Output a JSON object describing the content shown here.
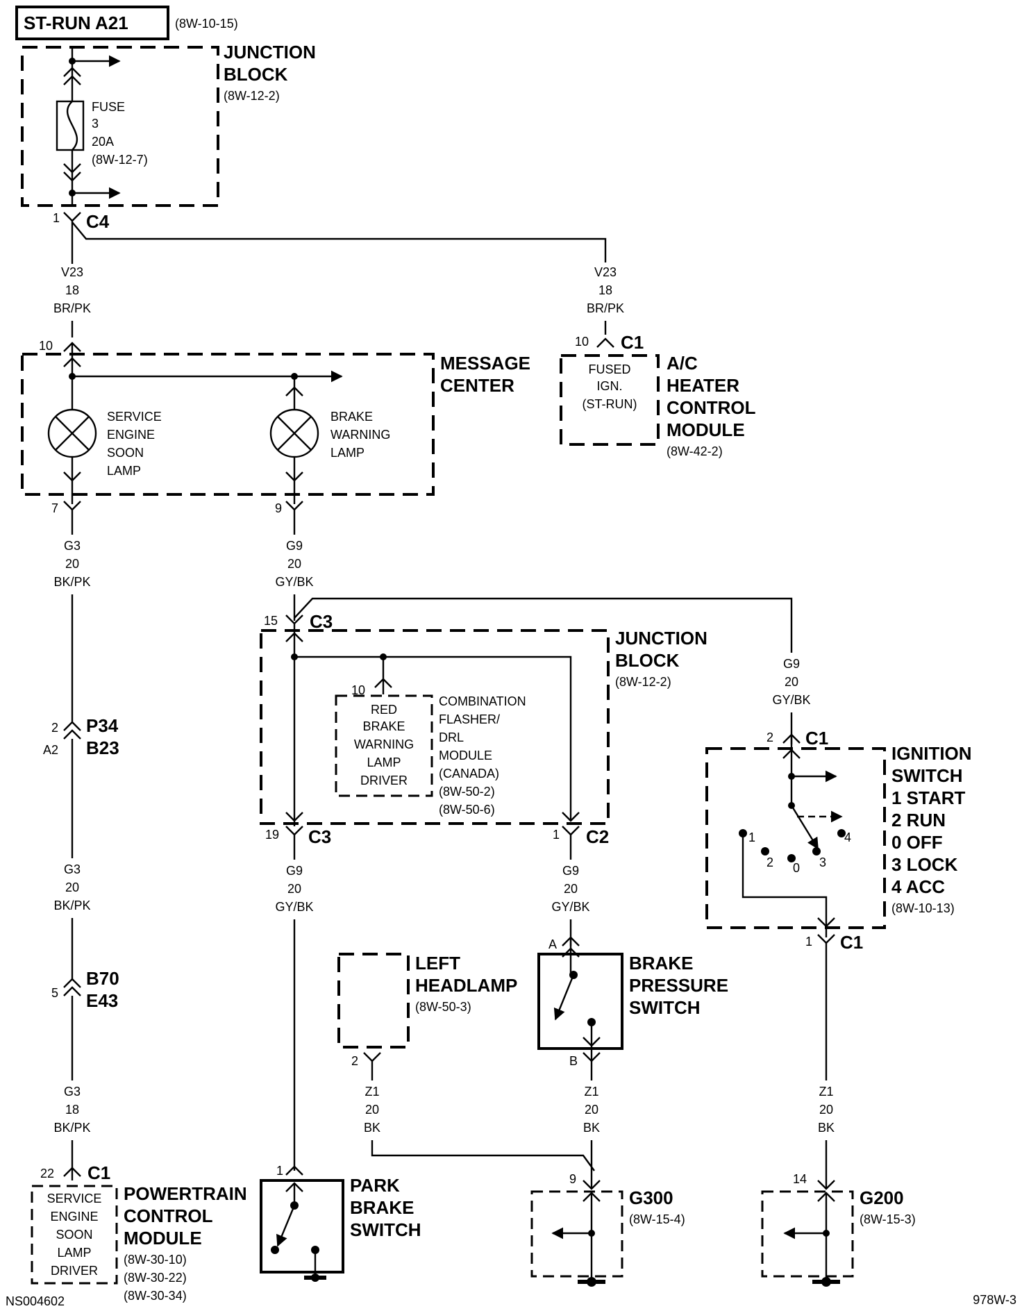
{
  "header": {
    "circuit_name": "ST-RUN A21",
    "circuit_ref": "(8W-10-15)"
  },
  "junction_block_top": {
    "title_line1": "JUNCTION",
    "title_line2": "BLOCK",
    "ref": "(8W-12-2)",
    "fuse_line1": "FUSE",
    "fuse_line2": "3",
    "fuse_line3": "20A",
    "fuse_ref": "(8W-12-7)",
    "connector_pin": "1",
    "connector_name": "C4"
  },
  "wire_v23_left": {
    "circuit": "V23",
    "gauge": "18",
    "color": "BR/PK"
  },
  "wire_v23_right": {
    "circuit": "V23",
    "gauge": "18",
    "color": "BR/PK"
  },
  "message_center": {
    "title_line1": "MESSAGE",
    "title_line2": "CENTER",
    "pin_in": "10",
    "pin_out_left": "7",
    "pin_out_right": "9",
    "lamp1": [
      "SERVICE",
      "ENGINE",
      "SOON",
      "LAMP"
    ],
    "lamp2": [
      "BRAKE",
      "WARNING",
      "LAMP"
    ]
  },
  "ac_heater": {
    "pin": "10",
    "connector": "C1",
    "inner": [
      "FUSED",
      "IGN.",
      "(ST-RUN)"
    ],
    "title": [
      "A/C",
      "HEATER",
      "CONTROL",
      "MODULE"
    ],
    "ref": "(8W-42-2)"
  },
  "wire_g3_top": {
    "circuit": "G3",
    "gauge": "20",
    "color": "BK/PK"
  },
  "wire_g9_top": {
    "circuit": "G9",
    "gauge": "20",
    "color": "GY/BK"
  },
  "wire_g9_right": {
    "circuit": "G9",
    "gauge": "20",
    "color": "GY/BK"
  },
  "junction_block_mid": {
    "title_line1": "JUNCTION",
    "title_line2": "BLOCK",
    "ref": "(8W-12-2)",
    "c3_pin_top": "15",
    "c3_name_top": "C3",
    "c3_pin_bottom": "19",
    "c3_name_bottom": "C3",
    "c2_pin": "1",
    "c2_name": "C2",
    "driver_pin": "10",
    "driver": [
      "RED",
      "BRAKE",
      "WARNING",
      "LAMP",
      "DRIVER"
    ],
    "module": [
      "COMBINATION",
      "FLASHER/",
      "DRL",
      "MODULE",
      "(CANADA)",
      "(8W-50-2)",
      "(8W-50-6)"
    ]
  },
  "inline_p34": {
    "pin_top": "2",
    "pin_bottom": "A2",
    "name_top": "P34",
    "name_bottom": "B23"
  },
  "wire_g3_mid": {
    "circuit": "G3",
    "gauge": "20",
    "color": "BK/PK"
  },
  "inline_b70": {
    "pin": "5",
    "name_top": "B70",
    "name_bottom": "E43"
  },
  "wire_g3_bottom": {
    "circuit": "G3",
    "gauge": "18",
    "color": "BK/PK"
  },
  "pcm": {
    "pin": "22",
    "connector": "C1",
    "inner": [
      "SERVICE",
      "ENGINE",
      "SOON",
      "LAMP",
      "DRIVER"
    ],
    "title": [
      "POWERTRAIN",
      "CONTROL",
      "MODULE"
    ],
    "refs": [
      "(8W-30-10)",
      "(8W-30-22)",
      "(8W-30-34)"
    ]
  },
  "wire_g9_mid_left": {
    "circuit": "G9",
    "gauge": "20",
    "color": "GY/BK"
  },
  "wire_g9_mid_right": {
    "circuit": "G9",
    "gauge": "20",
    "color": "GY/BK"
  },
  "ignition_switch": {
    "pin_top": "2",
    "conn_top": "C1",
    "pin_bottom": "1",
    "conn_bottom": "C1",
    "title": [
      "IGNITION",
      "SWITCH",
      "1 START",
      "2 RUN",
      "0 OFF",
      "3 LOCK",
      "4 ACC"
    ],
    "ref": "(8W-10-13)",
    "pos_labels": [
      "1",
      "2",
      "0",
      "3",
      "4"
    ]
  },
  "left_headlamp": {
    "title": [
      "LEFT",
      "HEADLAMP"
    ],
    "ref": "(8W-50-3)",
    "pin": "2"
  },
  "brake_pressure_switch": {
    "title": [
      "BRAKE",
      "PRESSURE",
      "SWITCH"
    ],
    "pin_top": "A",
    "pin_bottom": "B"
  },
  "wire_z1_left": {
    "circuit": "Z1",
    "gauge": "20",
    "color": "BK"
  },
  "wire_z1_mid": {
    "circuit": "Z1",
    "gauge": "20",
    "color": "BK"
  },
  "wire_z1_right": {
    "circuit": "Z1",
    "gauge": "20",
    "color": "BK"
  },
  "park_brake_switch": {
    "pin": "1",
    "title": [
      "PARK",
      "BRAKE",
      "SWITCH"
    ]
  },
  "g300": {
    "pin": "9",
    "name": "G300",
    "ref": "(8W-15-4)"
  },
  "g200": {
    "pin": "14",
    "name": "G200",
    "ref": "(8W-15-3)"
  },
  "footer": {
    "left_code": "NS004602",
    "right_code": "978W-3"
  }
}
